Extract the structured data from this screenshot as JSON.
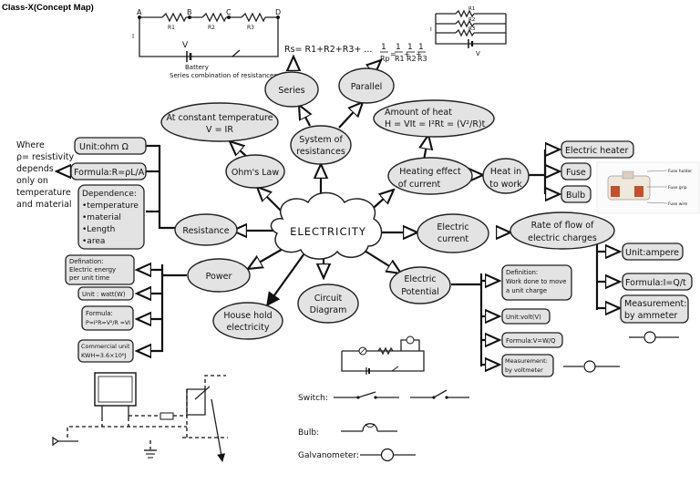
{
  "header": {
    "title": "Class-X(Concept Map)"
  },
  "series_diagram": {
    "points": [
      "A",
      "B",
      "C",
      "D"
    ],
    "resistors": [
      "R1",
      "R2",
      "R3"
    ],
    "current_label": "I",
    "voltage_label": "V",
    "battery_label": "Battery",
    "caption": "Series combination of resistances",
    "formula": "Rs= R1+R2+R3+ ..."
  },
  "parallel_diagram": {
    "resistors": [
      "R1",
      "R2",
      "R3"
    ],
    "current_label": "I",
    "voltage_label": "V",
    "formula_parts": [
      "1",
      "1",
      "1",
      "1"
    ],
    "formula_denoms": [
      "Rp",
      "R1",
      "R2",
      "R3"
    ]
  },
  "nodes": {
    "center": "ELECTRICITY",
    "series": "Series",
    "parallel": "Parallel",
    "system": [
      "System of",
      "resistances"
    ],
    "ohms_law": "Ohm's Law",
    "constant_temp": [
      "At constant temperature",
      "V = IR"
    ],
    "heating": [
      "Heating effect",
      "of current"
    ],
    "amount_heat": [
      "Amount of heat",
      "H = VIt = I²Rt = (V²/R)t"
    ],
    "heat_work": [
      "Heat in",
      "to work"
    ],
    "heater": "Electric heater",
    "fuse": "Fuse",
    "bulb": "Bulb",
    "resistance": "Resistance",
    "res_unit": "Unit:ohm Ω",
    "res_formula": "Formula:R=ρL/A",
    "res_dependence": [
      "Dependence:",
      "•temperature",
      "•material",
      "•Length",
      "•area"
    ],
    "res_note": [
      "Where",
      "ρ= resistivity",
      "depends",
      "only on",
      "temperature",
      "and material"
    ],
    "electric_current": [
      "Electric",
      "current"
    ],
    "rate_flow": [
      "Rate of flow of",
      "electric charges"
    ],
    "cur_unit": "Unit:ampere",
    "cur_formula": "Formula:I=Q/t",
    "cur_measure": [
      "Measurement:",
      "by ammeter"
    ],
    "power": "Power",
    "pow_def": [
      "Defination:",
      "Electric energy",
      "per unit time"
    ],
    "pow_unit": "Unit : watt(W)",
    "pow_formula": [
      "Formula:",
      "P=I²R=V²/R =VI"
    ],
    "pow_commercial": [
      "Commercial unit",
      "KWH=3.6×10⁶J"
    ],
    "potential": [
      "Electric",
      "Potential"
    ],
    "pot_def": [
      "Definition:",
      "Work done to move",
      "a unit charge"
    ],
    "pot_unit": "Unit:volt(V)",
    "pot_formula": "Formula:V=W/Q",
    "pot_measure": [
      "Measurement:",
      "by voltmeter"
    ],
    "circuit": [
      "Circuit",
      "Diagram"
    ],
    "household": [
      "House hold",
      "electricity"
    ]
  },
  "fuse_image": {
    "labels": [
      "Fuse holder",
      "Fuse grip",
      "Fuse wire"
    ]
  },
  "symbols": {
    "switch": "Switch:",
    "bulb": "Bulb:",
    "galvanometer": "Galvanometer:"
  }
}
